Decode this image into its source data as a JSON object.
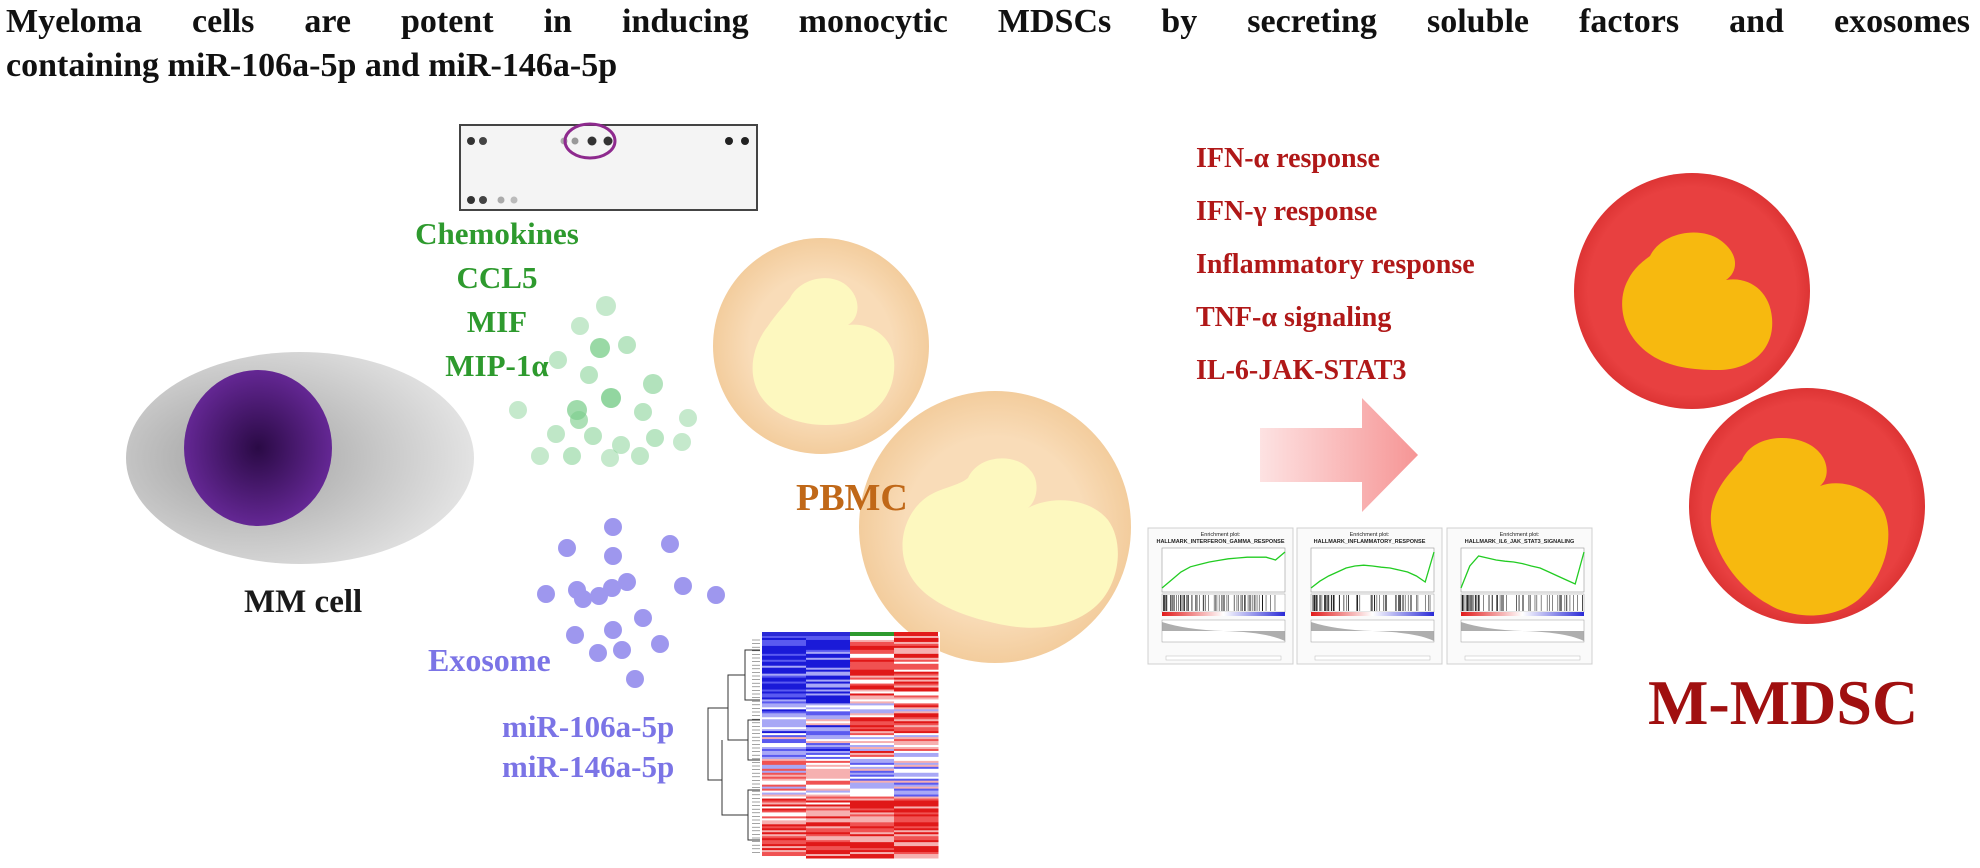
{
  "title": {
    "line1": "Myeloma cells are potent in inducing monocytic MDSCs by secreting soluble factors and exosomes",
    "line2": "containing miR-106a-5p and miR-146a-5p"
  },
  "chemokines": {
    "heading": "Chemokines",
    "items": [
      "CCL5",
      "MIF",
      "MIP-1α"
    ]
  },
  "exosome": {
    "heading": "Exosome",
    "mirnas": [
      "miR-106a-5p",
      "miR-146a-5p"
    ]
  },
  "cells": {
    "mm_cell": "MM cell",
    "pbmc": "PBMC",
    "m_mdsc": "M-MDSC"
  },
  "pathways": [
    "IFN-α response",
    "IFN-γ response",
    "Inflammatory response",
    "TNF-α signaling",
    "IL-6-JAK-STAT3"
  ],
  "enrichment_plots": [
    {
      "heading": "Enrichment plot:",
      "name": "HALLMARK_INTERFERON_GAMMA_RESPONSE"
    },
    {
      "heading": "Enrichment plot:",
      "name": "HALLMARK_INFLAMMATORY_RESPONSE"
    },
    {
      "heading": "Enrichment plot:",
      "name": "HALLMARK_IL6_JAK_STAT3_SIGNALING"
    }
  ],
  "colors": {
    "chemokine_text": "#2e9a2e",
    "exosome_text": "#7b74e6",
    "pathway_text": "#b01818",
    "m_mdsc_text": "#a01010",
    "pbmc_text": "#c06818",
    "mm_nucleus": "#5a1f8c",
    "mdsc_cytoplasm": "#e83a3a",
    "mdsc_nucleus": "#f7b90f"
  }
}
